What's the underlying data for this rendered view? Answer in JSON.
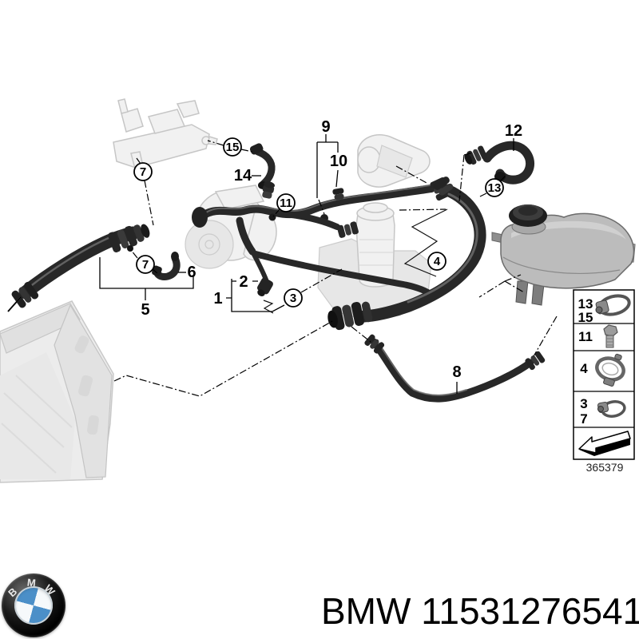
{
  "footer": {
    "brand": "BMW",
    "part_number": "11531276541"
  },
  "logo": {
    "letters": [
      "B",
      "M",
      "W"
    ]
  },
  "diagram": {
    "drawing_number": "365379",
    "callouts": {
      "n1": "1",
      "n2": "2",
      "n3": "3",
      "n4": "4",
      "n5": "5",
      "n6": "6",
      "n7": "7",
      "n8": "8",
      "n9": "9",
      "n10": "10",
      "n11": "11",
      "n12": "12",
      "n13": "13",
      "n14": "14",
      "n15": "15"
    },
    "legend_rows": [
      {
        "labels": [
          "13",
          "15"
        ],
        "icon": "hose-clamp-large-icon"
      },
      {
        "labels": [
          "11"
        ],
        "icon": "bolt-icon"
      },
      {
        "labels": [
          "4"
        ],
        "icon": "profile-clamp-icon"
      },
      {
        "labels": [
          "3",
          "7"
        ],
        "icon": "hose-clamp-small-icon"
      },
      {
        "labels": [],
        "icon": "direction-arrow-icon"
      }
    ]
  }
}
